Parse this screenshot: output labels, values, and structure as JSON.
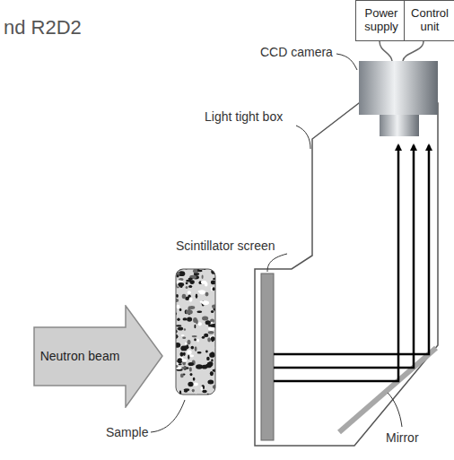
{
  "diagram": {
    "nodes": [
      {
        "text": [
          "Power supply"
        ]
      },
      {
        "text": [
          "Control unit"
        ]
      },
      {
        "text": [
          "Neutron beam"
        ]
      }
    ],
    "labels": [
      "nd R2D2",
      "CCD camera",
      "Light tight box",
      "Scintillator screen",
      "Sample",
      "Mirror"
    ]
  }
}
